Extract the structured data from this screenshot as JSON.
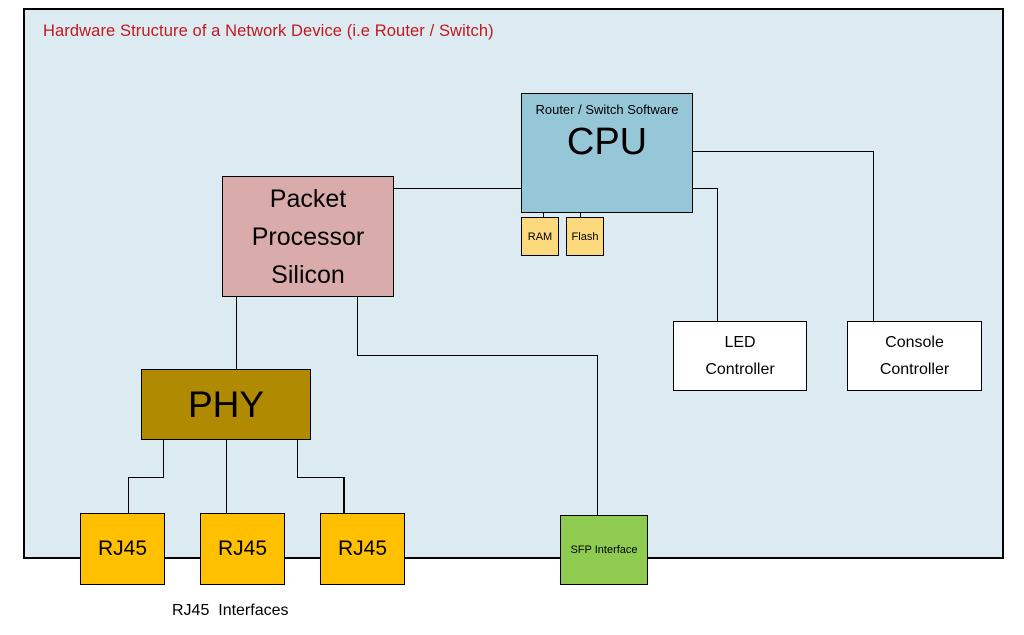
{
  "title": {
    "text": "Hardware Structure of a Network Device (i.e Router / Switch)",
    "color": "#C2181E"
  },
  "canvas": {
    "board_fill": "#DCEBF2",
    "line_color": "#000000"
  },
  "boxes": {
    "cpu": {
      "sublabel": "Router / Switch Software",
      "label": "CPU",
      "fill": "#96C7D7"
    },
    "ram": {
      "label": "RAM",
      "fill": "#FBD97C"
    },
    "flash": {
      "label": "Flash",
      "fill": "#FBD97C"
    },
    "packet_processor": {
      "line1": "Packet",
      "line2": "Processor",
      "line3": "Silicon",
      "fill": "#DAABAB"
    },
    "phy": {
      "label": "PHY",
      "fill": "#B08A00"
    },
    "rj45_1": {
      "label": "RJ45",
      "fill": "#FFC000"
    },
    "rj45_2": {
      "label": "RJ45",
      "fill": "#FFC000"
    },
    "rj45_3": {
      "label": "RJ45",
      "fill": "#FFC000"
    },
    "sfp": {
      "label": "SFP Interface",
      "fill": "#8FCB50"
    },
    "led_controller": {
      "line1": "LED",
      "line2": "Controller",
      "fill": "#FFFFFF"
    },
    "console_controller": {
      "line1": "Console",
      "line2": "Controller",
      "fill": "#FFFFFF"
    }
  },
  "caption": "RJ45  Interfaces"
}
